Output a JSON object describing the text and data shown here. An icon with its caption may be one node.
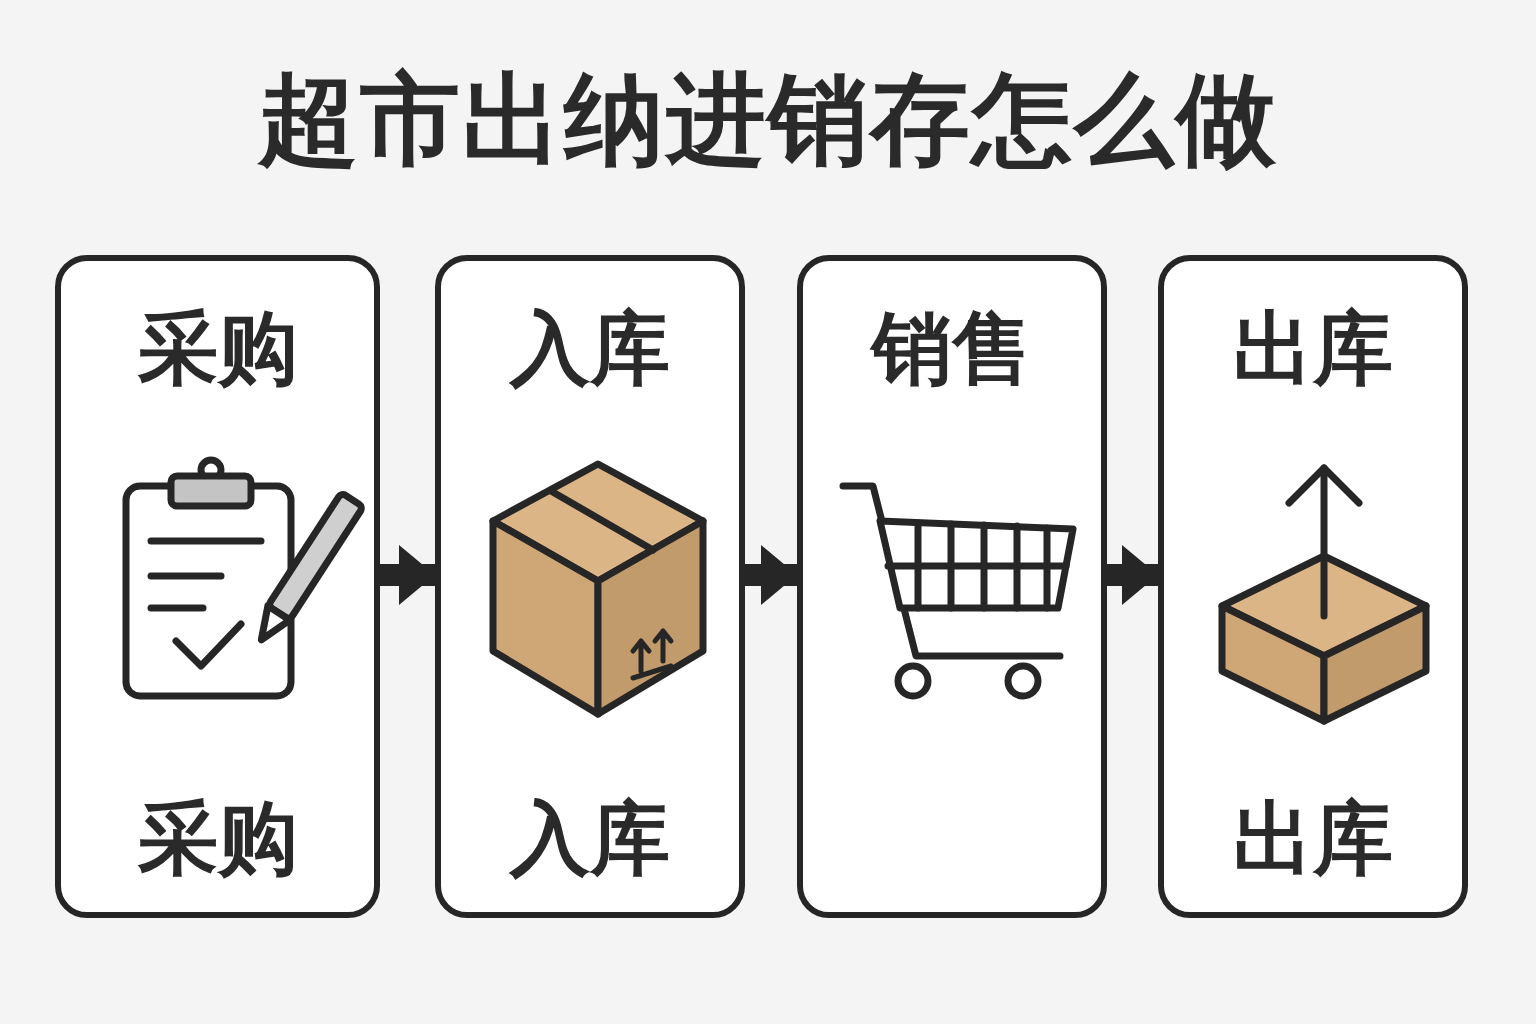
{
  "diagram": {
    "title": "超市出纳进销存怎么做",
    "nodes": [
      {
        "text": [
          "采购",
          "采购"
        ]
      },
      {
        "text": [
          "入库",
          "入库"
        ]
      },
      {
        "text": [
          "销售"
        ]
      },
      {
        "text": [
          "出库",
          "出库"
        ]
      }
    ],
    "edges": [
      {
        "from": 0,
        "to": 1,
        "arrow": "to"
      },
      {
        "from": 1,
        "to": 2,
        "arrow": "to"
      },
      {
        "from": 2,
        "to": 3,
        "arrow": "to"
      }
    ]
  }
}
